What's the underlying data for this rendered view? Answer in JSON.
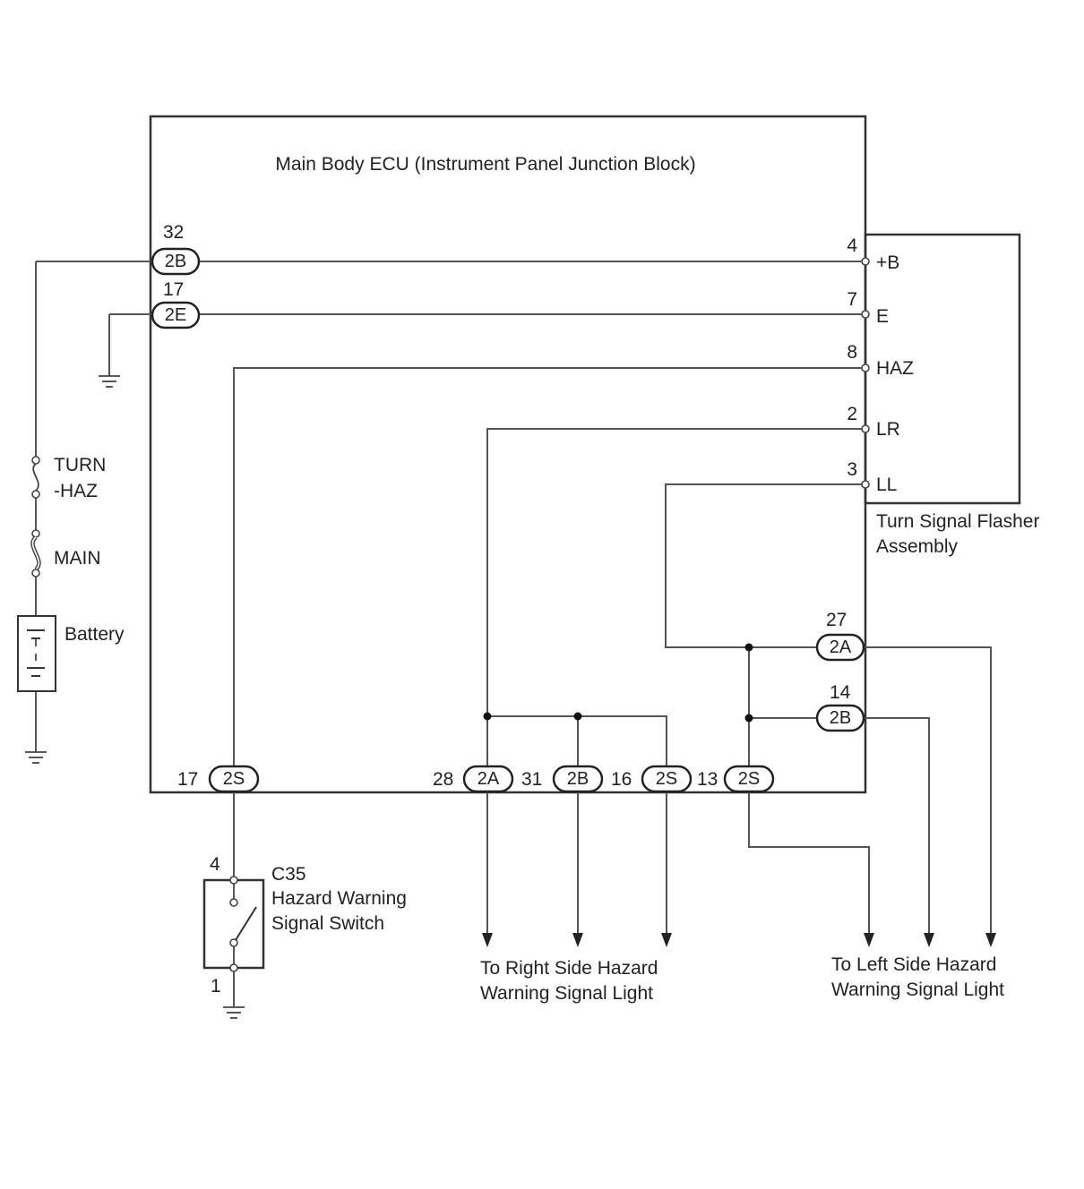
{
  "ecu": {
    "title": "Main Body ECU (Instrument Panel Junction Block)"
  },
  "left_connectors": [
    {
      "pin": "32",
      "code": "2B"
    },
    {
      "pin": "17",
      "code": "2E"
    }
  ],
  "flasher": {
    "title_line1": "Turn Signal Flasher",
    "title_line2": "Assembly",
    "terminals": [
      {
        "pin": "4",
        "name": "+B"
      },
      {
        "pin": "7",
        "name": "E"
      },
      {
        "pin": "8",
        "name": "HAZ"
      },
      {
        "pin": "2",
        "name": "LR"
      },
      {
        "pin": "3",
        "name": "LL"
      }
    ]
  },
  "right_connectors": [
    {
      "pin": "27",
      "code": "2A"
    },
    {
      "pin": "14",
      "code": "2B"
    }
  ],
  "bottom_connectors": [
    {
      "pin": "17",
      "code": "2S"
    },
    {
      "pin": "28",
      "code": "2A"
    },
    {
      "pin": "31",
      "code": "2B"
    },
    {
      "pin": "16",
      "code": "2S"
    },
    {
      "pin": "13",
      "code": "2S"
    }
  ],
  "fuses": {
    "turn_haz_line1": "TURN",
    "turn_haz_line2": "-HAZ",
    "main": "MAIN"
  },
  "battery": {
    "label": "Battery"
  },
  "switch": {
    "code": "C35",
    "name_line1": "Hazard Warning",
    "name_line2": "Signal Switch",
    "pin_top": "4",
    "pin_bottom": "1"
  },
  "outputs": {
    "right_line1": "To Right Side Hazard",
    "right_line2": "Warning Signal Light",
    "left_line1": "To Left Side Hazard",
    "left_line2": "Warning Signal Light"
  }
}
